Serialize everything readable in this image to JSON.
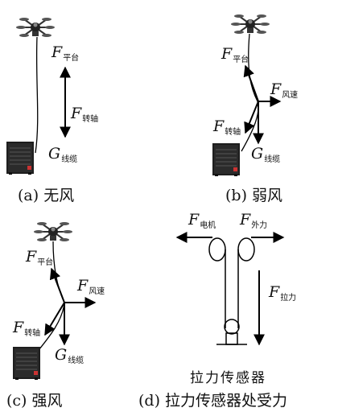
{
  "panels": {
    "a": {
      "caption": "(a)  无风",
      "labels": {
        "f_platform": {
          "sym": "F",
          "sub": "平台"
        },
        "f_axis": {
          "sym": "F",
          "sub": "转轴"
        },
        "g_cable": {
          "sym": "G",
          "sub": "线缆"
        }
      }
    },
    "b": {
      "caption": "(b)  弱风",
      "labels": {
        "f_platform": {
          "sym": "F",
          "sub": "平台"
        },
        "f_wind": {
          "sym": "F",
          "sub": "风速"
        },
        "f_axis": {
          "sym": "F",
          "sub": "转轴"
        },
        "g_cable": {
          "sym": "G",
          "sub": "线缆"
        }
      }
    },
    "c": {
      "caption": "(c)  强风",
      "labels": {
        "f_platform": {
          "sym": "F",
          "sub": "平台"
        },
        "f_wind": {
          "sym": "F",
          "sub": "风速"
        },
        "f_axis": {
          "sym": "F",
          "sub": "转轴"
        },
        "g_cable": {
          "sym": "G",
          "sub": "线缆"
        }
      }
    },
    "d": {
      "caption": "(d) 拉力传感器处受力",
      "sensor_label": "拉力传感器",
      "labels": {
        "f_motor": {
          "sym": "F",
          "sub": "电机"
        },
        "f_external": {
          "sym": "F",
          "sub": "外力"
        },
        "f_tension": {
          "sym": "F",
          "sub": "拉力"
        }
      }
    }
  }
}
